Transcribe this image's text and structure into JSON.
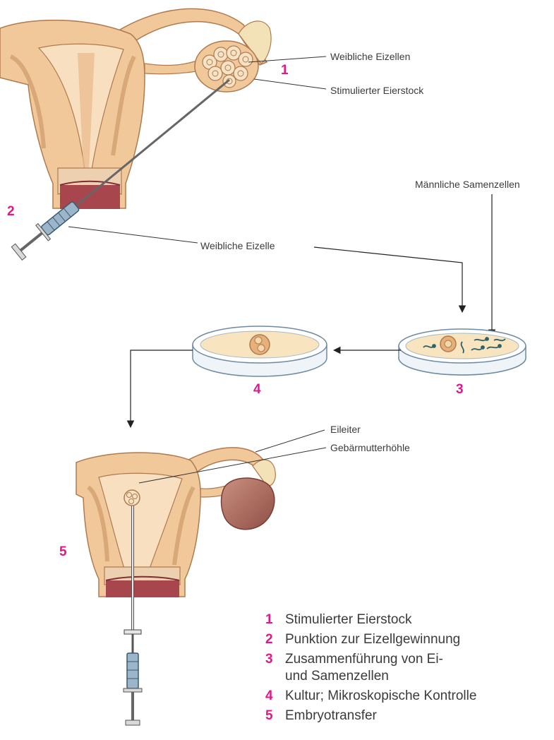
{
  "colors": {
    "accent": "#e3168a",
    "tissue": "#f0c89a",
    "tissue_dark": "#c98f5c",
    "cervix": "#a8464e",
    "line": "#333333"
  },
  "icons": [
    "uterus-icon",
    "ovary-icon",
    "syringe-icon",
    "petri-dish-icon",
    "egg-cell-icon",
    "sperm-icon",
    "embryo-icon",
    "catheter-icon"
  ],
  "labels": {
    "egg_cells": "Weibliche Eizellen",
    "stimulated_ovary": "Stimulierter Eierstock",
    "sperm_cells": "Männliche Samenzellen",
    "single_egg": "Weibliche Eizelle",
    "fallopian_tube": "Eileiter",
    "uterine_cavity": "Gebärmutterhöhle"
  },
  "step_numbers": {
    "s1": "1",
    "s2": "2",
    "s3": "3",
    "s4": "4",
    "s5": "5"
  },
  "legend": [
    {
      "num": "1",
      "text": "Stimulierter Eierstock"
    },
    {
      "num": "2",
      "text": "Punktion zur Eizellgewinnung"
    },
    {
      "num": "3",
      "text": "Zusammenführung von Ei- und Samenzellen"
    },
    {
      "num": "4",
      "text": "Kultur; Mikroskopische Kontrolle"
    },
    {
      "num": "5",
      "text": "Embryotransfer"
    }
  ]
}
